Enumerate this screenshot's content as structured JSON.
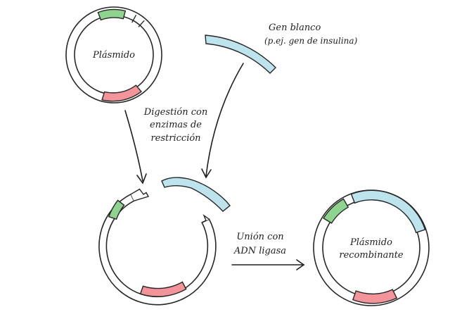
{
  "labels": {
    "plasmid": "Plásmido",
    "target_gene_line1": "Gen blanco",
    "target_gene_line2": "(p.ej. gen de insulina)",
    "digestion_line1": "Digestión con",
    "digestion_line2": "enzimas de",
    "digestion_line3": "restricción",
    "ligation_line1": "Unión con",
    "ligation_line2": "ADN ligasa",
    "recombinant_line1": "Plásmido",
    "recombinant_line2": "recombinante"
  },
  "colors": {
    "green": "#8fd48e",
    "pink": "#f3949a",
    "blue": "#bde3ec",
    "outline": "#262626"
  }
}
